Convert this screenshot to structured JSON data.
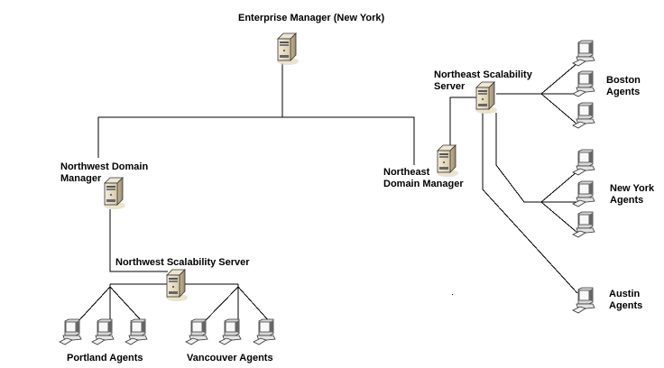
{
  "diagram": {
    "nodes": {
      "enterprise_manager": {
        "label": "Enterprise Manager (New York)",
        "type": "server"
      },
      "northwest_domain_manager": {
        "label": "Northwest Domain\nManager",
        "type": "server"
      },
      "northeast_domain_manager": {
        "label": "Northeast\nDomain Manager",
        "type": "server"
      },
      "northwest_scalability_server": {
        "label": "Northwest Scalability Server",
        "type": "server"
      },
      "northeast_scalability_server": {
        "label": "Northeast Scalability\nServer",
        "type": "server"
      },
      "portland_agents": {
        "label": "Portland Agents",
        "type": "workstation-group",
        "count": 3
      },
      "vancouver_agents": {
        "label": "Vancouver Agents",
        "type": "workstation-group",
        "count": 3
      },
      "boston_agents": {
        "label": "Boston\nAgents",
        "type": "workstation-group",
        "count": 3
      },
      "new_york_agents": {
        "label": "New York\nAgents",
        "type": "workstation-group",
        "count": 3
      },
      "austin_agents": {
        "label": "Austin\nAgents",
        "type": "workstation-group",
        "count": 1
      }
    },
    "edges": [
      [
        "enterprise_manager",
        "northwest_domain_manager"
      ],
      [
        "enterprise_manager",
        "northeast_domain_manager"
      ],
      [
        "northwest_domain_manager",
        "northwest_scalability_server"
      ],
      [
        "northeast_domain_manager",
        "northeast_scalability_server"
      ],
      [
        "northwest_scalability_server",
        "portland_agents"
      ],
      [
        "northwest_scalability_server",
        "vancouver_agents"
      ],
      [
        "northeast_scalability_server",
        "boston_agents"
      ],
      [
        "northeast_scalability_server",
        "new_york_agents"
      ],
      [
        "northeast_scalability_server",
        "austin_agents"
      ]
    ],
    "colors": {
      "line": "#000000",
      "server_body": "#e8dcc0",
      "server_shadow": "#d8cfb0",
      "screen": "#ffffff"
    }
  }
}
